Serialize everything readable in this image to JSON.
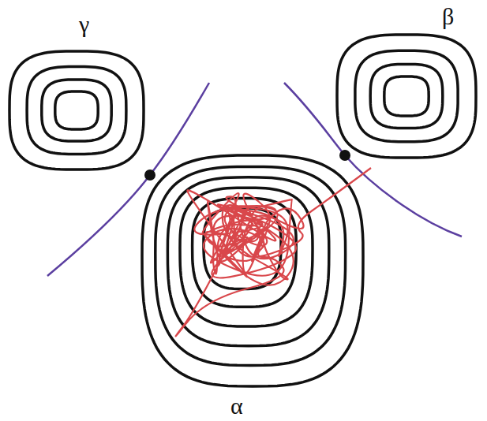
{
  "diagram": {
    "labels": [
      "γ",
      "β",
      "α"
    ]
  }
}
